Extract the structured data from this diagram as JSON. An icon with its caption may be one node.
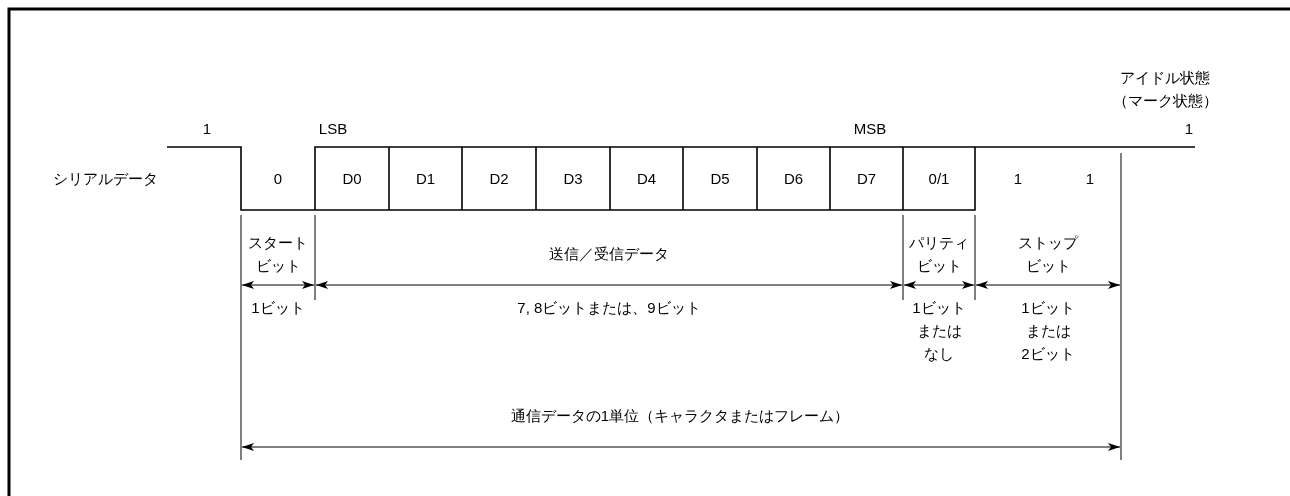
{
  "diagram": {
    "labels": [
      "アイドル状態（マーク状態）",
      "1",
      "LSB",
      "MSB",
      "1",
      "シリアルデータ",
      "0",
      "D0",
      "D1",
      "D2",
      "D3",
      "D4",
      "D5",
      "D6",
      "D7",
      "0/1",
      "1",
      "1",
      "スタートビット",
      "送信／受信データ",
      "パリティビット",
      "ストップビット",
      "1ビット",
      "7, 8ビットまたは、9ビット",
      "1ビットまたはなし",
      "1ビットまたは2ビット",
      "通信データの1単位（キャラクタまたはフレーム）"
    ]
  }
}
